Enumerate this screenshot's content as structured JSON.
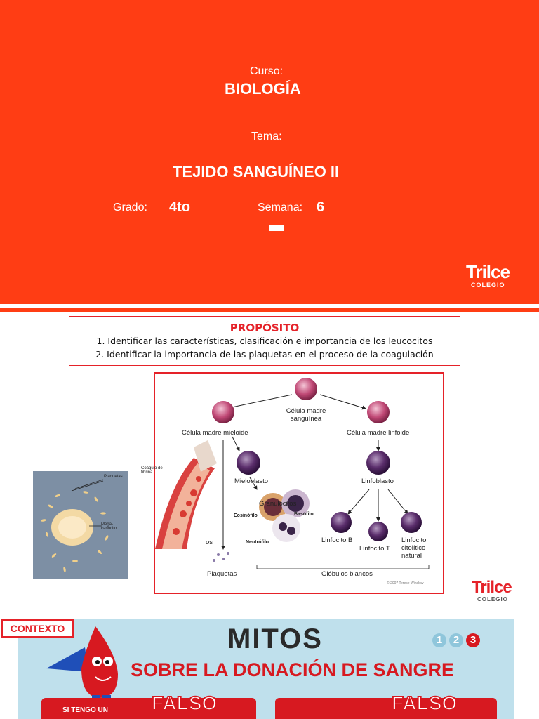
{
  "cover": {
    "curso_label": "Curso:",
    "curso": "BIOLOGÍA",
    "tema_label": "Tema:",
    "tema": "TEJIDO SANGUÍNEO II",
    "grado_label": "Grado:",
    "grado": "4to",
    "semana_label": "Semana:",
    "semana": "6",
    "logo_text": "Trilce",
    "logo_sub": "COLEGIO"
  },
  "purpose": {
    "heading": "PROPÓSITO",
    "items": [
      "1. Identificar las características, clasificación  e importancia de los leucocitos",
      "2. Identificar la importancia de las plaquetas en  el proceso de la coagulación"
    ]
  },
  "diagram": {
    "stem": "Célula madre sanguínea",
    "myeloid": "Célula madre mieloide",
    "lymphoid": "Célula madre linfoide",
    "myeloblast": "Mieloblasto",
    "lymphoblast": "Linfoblasto",
    "granulocytes": "Granulocitos",
    "eosinophil": "Eosinófilo",
    "basophil": "Basófilo",
    "neutrophil": "Neutrófilo",
    "lymph_b": "Linfocito B",
    "lymph_t": "Linfocito T",
    "lymph_nk": "Linfocito citolítico natural",
    "platelets": "Plaquetas",
    "white_cells": "Glóbulos blancos",
    "clot": "Coágulo de fibrina",
    "os": "os",
    "copyright": "© 2007 Terese Winslow"
  },
  "micrograph": {
    "platelets": "Plaquetas",
    "megakaryocyte": "Mega-cariocito"
  },
  "context": {
    "label": "CONTEXTO",
    "title1": "MITOS",
    "title2": "SOBRE LA DONACIÓN DE SANGRE",
    "pages": [
      "1",
      "2",
      "3"
    ],
    "card_text": "SI TENGO UN",
    "false1": "FALSO",
    "false2": "FALSO"
  },
  "colors": {
    "brand_red": "#ff3d14",
    "accent_red": "#e52229"
  }
}
